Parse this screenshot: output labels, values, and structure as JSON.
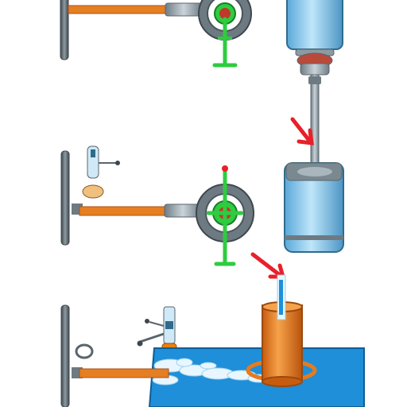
{
  "colors": {
    "background": "#ffffff",
    "wall": "#5f6b73",
    "wall_edge": "#3e474d",
    "rod_orange": "#e67e22",
    "rod_edge": "#a8541a",
    "steel": "#8c9aa3",
    "steel_dark": "#59656c",
    "valve_green": "#2ecc40",
    "valve_red": "#c0392b",
    "tank_blue": "#8fd0f0",
    "tank_edge": "#2f6b8c",
    "water_blue": "#1e8fd8",
    "foam": "#e8f6ff",
    "arrow_red": "#e8202a",
    "cup_orange": "#e87a1e",
    "cup_edge": "#9a4a10",
    "bulb": "#f0c080"
  },
  "scenes": [
    {
      "id": "scene-top",
      "label": ""
    },
    {
      "id": "scene-middle",
      "label": ""
    },
    {
      "id": "scene-bottom",
      "label": ""
    }
  ]
}
